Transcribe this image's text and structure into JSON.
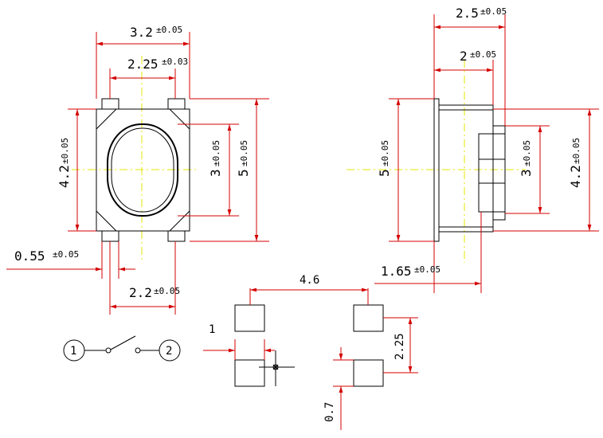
{
  "dimensions": {
    "top_width": {
      "value": "3.2",
      "tol": "±0.05"
    },
    "top_inner_width": {
      "value": "2.25",
      "tol": "±0.03"
    },
    "top_height_left": {
      "value": "4.2",
      "tol": "±0.05"
    },
    "top_inner_height": {
      "value": "3",
      "tol": "±0.05"
    },
    "top_body_height": {
      "value": "5",
      "tol": "±0.05"
    },
    "lead_width": {
      "value": "0.55",
      "tol": "±0.05"
    },
    "lead_pitch": {
      "value": "2.2",
      "tol": "±0.05"
    },
    "side_total_width": {
      "value": "2.5",
      "tol": "±0.05"
    },
    "side_body_width": {
      "value": "2",
      "tol": "±0.05"
    },
    "side_height_left": {
      "value": "5",
      "tol": "±0.05"
    },
    "side_inner_height": {
      "value": "3",
      "tol": "±0.05"
    },
    "side_height_right": {
      "value": "4.2",
      "tol": "±0.05"
    },
    "side_lead_offset": {
      "value": "1.65",
      "tol": "±0.05"
    }
  },
  "footprint": {
    "pad_pitch": "4.6",
    "pad_width": "1",
    "pad_row_pitch": "2.25",
    "pad_height": "0.7"
  },
  "schematic": {
    "pin1": "1",
    "pin2": "2"
  }
}
